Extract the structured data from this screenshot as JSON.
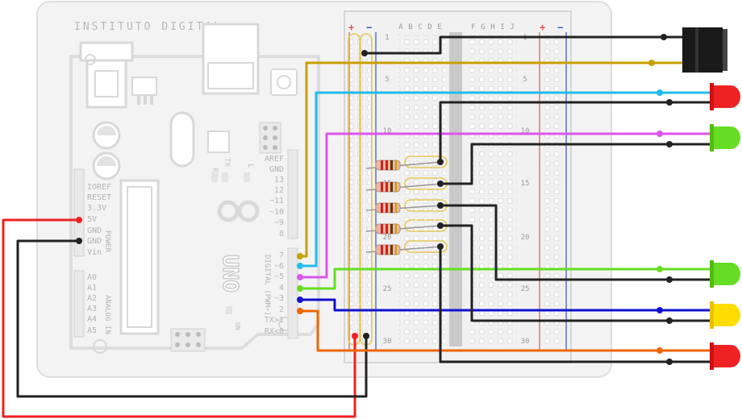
{
  "board": {
    "brand": "INSTITUTO DIGITAL",
    "model": "UNO",
    "on_label": "ON",
    "l_label": "L",
    "tx_label": "TX",
    "rx_label": "RX",
    "power_header_title": "POWER",
    "analog_header_title": "ANALOG IN",
    "digital_header_title": "DIGITAL (PWM~)",
    "power_pins": [
      "IOREF",
      "RESET",
      "3.3V",
      "5V",
      "GND",
      "GND",
      "Vin"
    ],
    "analog_pins": [
      "A0",
      "A1",
      "A2",
      "A3",
      "A4",
      "A5"
    ],
    "digital_top_pins": [
      "AREF",
      "GND",
      "13",
      "12",
      "~11",
      "~10",
      "~9",
      "8"
    ],
    "digital_bottom_pins": [
      "7",
      "~6",
      "~5",
      "4",
      "~3",
      "2",
      "TX>1",
      "RX<0"
    ]
  },
  "breadboard": {
    "left_rail_plus": "+",
    "left_rail_minus": "−",
    "right_rail_plus": "+",
    "right_rail_minus": "−",
    "column_letters_left": [
      "A",
      "B",
      "C",
      "D",
      "E"
    ],
    "column_letters_right": [
      "F",
      "G",
      "H",
      "I",
      "J"
    ],
    "row_numbers": [
      "1",
      "5",
      "10",
      "15",
      "20",
      "25",
      "30"
    ]
  },
  "colors": {
    "board_fill": "#f4f4f4",
    "board_outline": "#dddddd",
    "breadboard_fill": "#f2f2f2",
    "rail_red": "#e05555",
    "rail_blue": "#3355cc",
    "wire_red": "#ee2222",
    "wire_black": "#222222",
    "wire_gold": "#c8a000",
    "wire_cyan": "#22bbee",
    "wire_magenta": "#dd55ee",
    "wire_green": "#66dd22",
    "wire_blue": "#1111cc",
    "wire_orange": "#ee6600",
    "led_red": "#ee2222",
    "led_green": "#66dd22",
    "led_yellow": "#ffdd00"
  }
}
